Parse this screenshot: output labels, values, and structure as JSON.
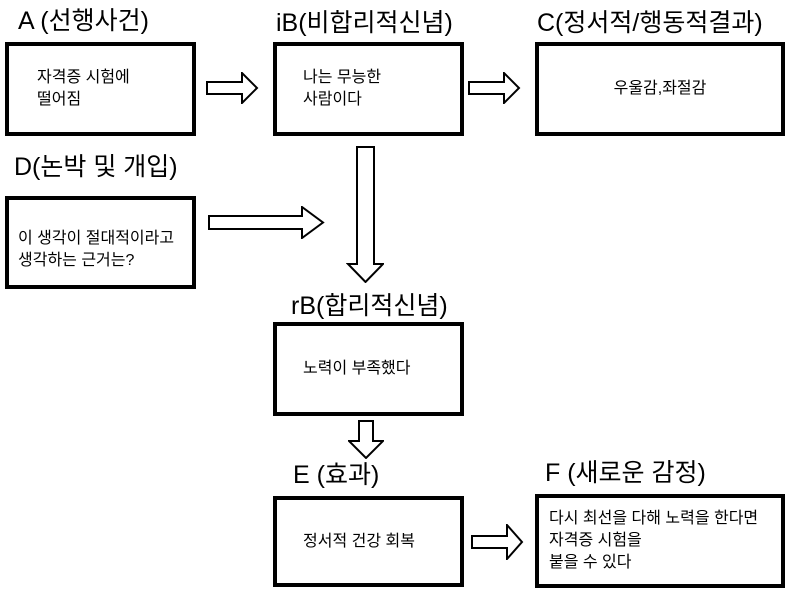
{
  "diagram": {
    "background_color": "#ffffff",
    "line_color": "#000000",
    "nodes": [
      {
        "id": "A",
        "label": "A (선행사건)",
        "text": "자격증 시험에\n떨어짐"
      },
      {
        "id": "iB",
        "label": "iB(비합리적신념)",
        "text": "나는 무능한\n사람이다"
      },
      {
        "id": "C",
        "label": "C(정서적/행동적결과)",
        "text": "우울감,좌절감"
      },
      {
        "id": "D",
        "label": "D(논박 및 개입)",
        "text": "이 생각이 절대적이라고\n생각하는 근거는?"
      },
      {
        "id": "rB",
        "label": "rB(합리적신념)",
        "text": "노력이 부족했다"
      },
      {
        "id": "E",
        "label": "E (효과)",
        "text": "정서적 건강 회복"
      },
      {
        "id": "F",
        "label": "F (새로운 감정)",
        "text": "다시 최선을 다해 노력을 한다면\n자격증 시험을\n붙을 수 있다"
      }
    ],
    "connections": [
      {
        "from": "A",
        "to": "iB",
        "direction": "right"
      },
      {
        "from": "iB",
        "to": "C",
        "direction": "right"
      },
      {
        "from": "D",
        "to": "main-flow",
        "direction": "right"
      },
      {
        "from": "iB",
        "to": "rB",
        "direction": "down"
      },
      {
        "from": "rB",
        "to": "E",
        "direction": "down"
      },
      {
        "from": "E",
        "to": "F",
        "direction": "right"
      }
    ]
  }
}
